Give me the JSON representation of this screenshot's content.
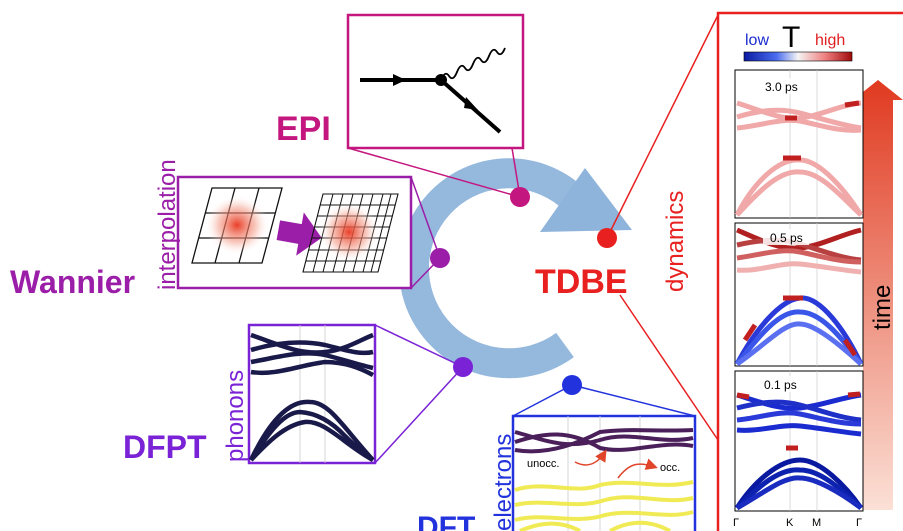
{
  "colors": {
    "epi": "#c4167f",
    "wannier": "#9b1ea8",
    "dfpt": "#7a22d6",
    "dft": "#2233dd",
    "tdbe": "#e82020",
    "arrow": "#8fb4db",
    "band_dark": "#1a1a4a",
    "band_yellow": "#f0ea55",
    "band_purple": "#4a1f5a"
  },
  "labels": {
    "epi": "EPI",
    "wannier": "Wannier",
    "interpolation": "interpolation",
    "dfpt": "DFPT",
    "phonons": "phonons",
    "dft": "DFT",
    "electrons": "electrons",
    "tdbe": "TDBE",
    "dynamics": "dynamics",
    "unocc": "unocc.",
    "occ": "occ.",
    "time": "time"
  },
  "colorbar": {
    "symbol": "T",
    "low": "low",
    "high": "high"
  },
  "panels": [
    {
      "time": "3.0 ps"
    },
    {
      "time": "0.5 ps"
    },
    {
      "time": "0.1 ps"
    }
  ],
  "kpath": [
    "Γ",
    "K",
    "M",
    "Γ"
  ]
}
